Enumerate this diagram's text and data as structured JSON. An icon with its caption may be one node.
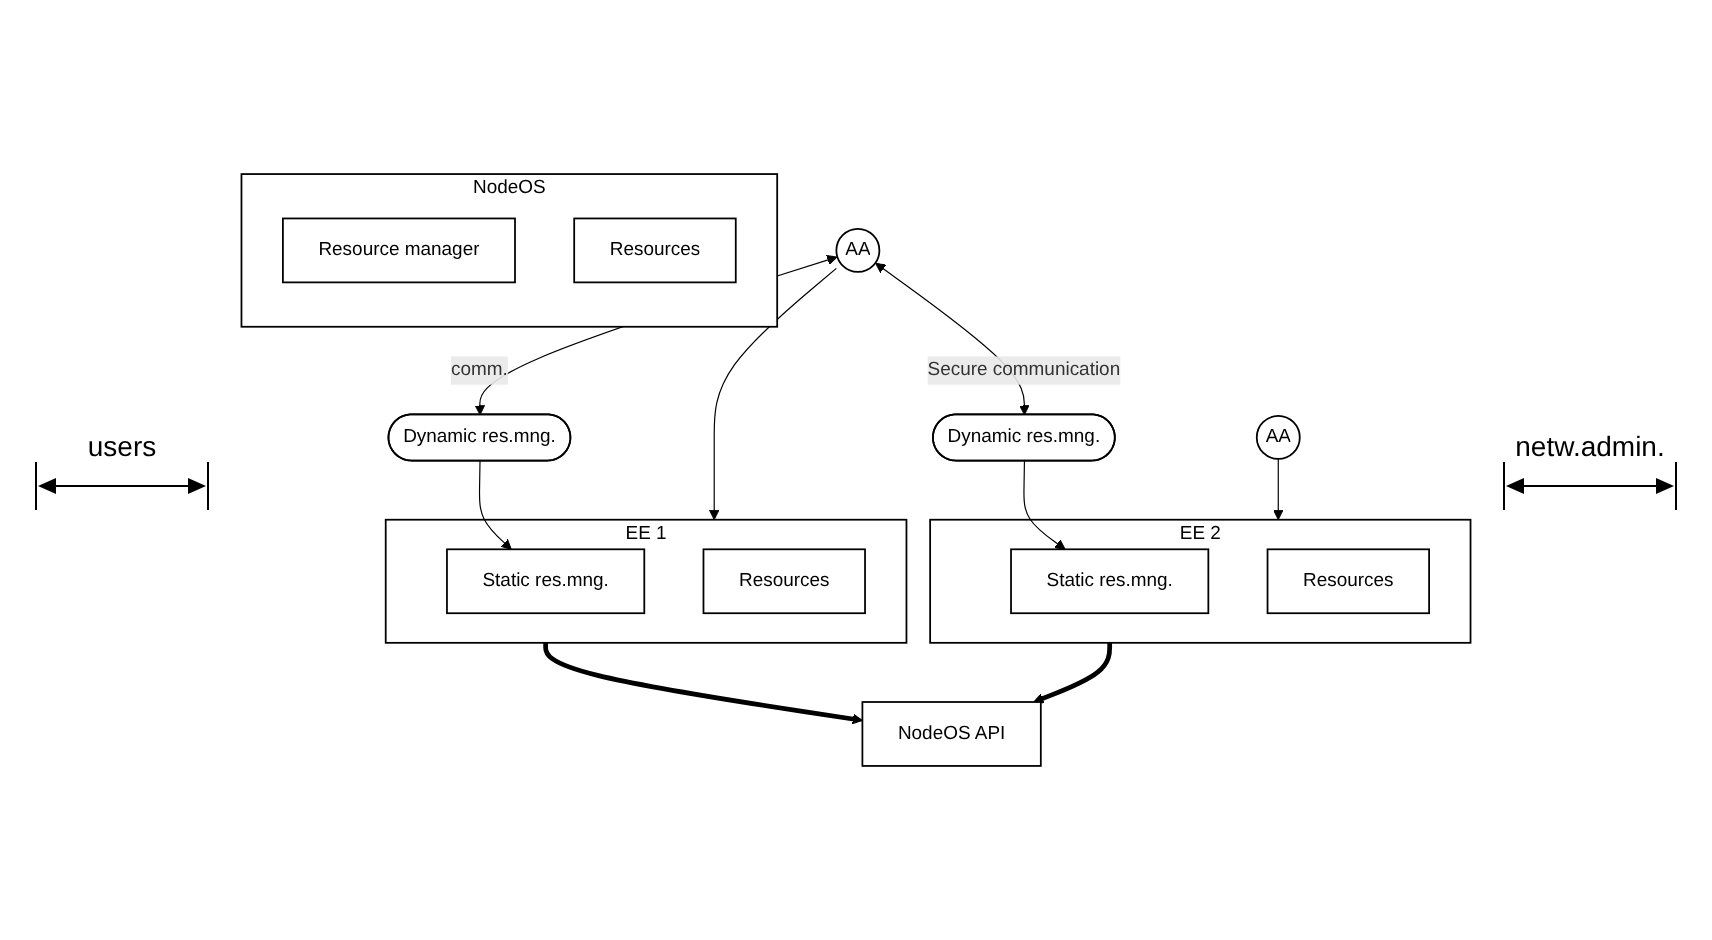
{
  "diagram": {
    "nodes": [
      {
        "text": [
          "AA"
        ]
      },
      {
        "text": [
          "EE 1"
        ]
      },
      {
        "text": [
          "Static res.mng."
        ],
        "in": 1
      },
      {
        "text": [
          "Resources"
        ],
        "in": 1
      },
      {
        "text": [
          "Dynamic res.mng."
        ]
      },
      {
        "text": [
          "EE 2"
        ]
      },
      {
        "text": [
          "Static res.mng."
        ],
        "in": 5
      },
      {
        "text": [
          "Resources"
        ],
        "in": 5
      },
      {
        "text": [
          "Dynamic res.mng."
        ]
      },
      {
        "text": [
          "AA"
        ]
      },
      {
        "text": [
          "NodeOS API"
        ]
      },
      {
        "text": [
          "NodeOS"
        ]
      },
      {
        "text": [
          "Resource manager"
        ],
        "in": 11
      },
      {
        "text": [
          "Resources"
        ],
        "in": 11
      }
    ],
    "edges": [
      {
        "from": 0,
        "to": 8,
        "arrow": "both",
        "label": "Secure communication"
      },
      {
        "from": 0,
        "to": 1,
        "arrow": "to"
      },
      {
        "from": 0,
        "to": 4,
        "arrow": "both",
        "label": "comm."
      },
      {
        "from": 4,
        "to": 2,
        "arrow": "to"
      },
      {
        "from": 8,
        "to": 6,
        "arrow": "to"
      },
      {
        "from": 9,
        "to": 5,
        "arrow": "to"
      },
      {
        "from": 1,
        "to": 10,
        "arrow": "to",
        "style": "thick"
      },
      {
        "from": 5,
        "to": 10,
        "arrow": "to",
        "style": "thick"
      }
    ],
    "labels": [
      "users",
      "netw.admin."
    ]
  }
}
